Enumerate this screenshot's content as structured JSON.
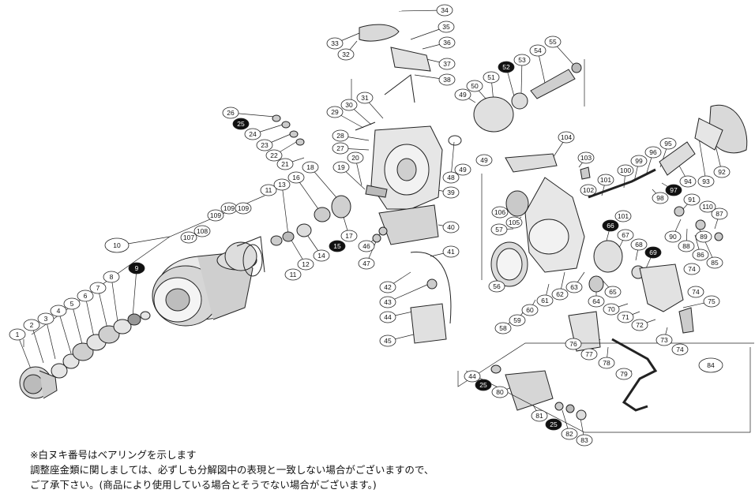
{
  "callouts": [
    "1",
    "2",
    "3",
    "4",
    "5",
    "6",
    "7",
    "8",
    "9",
    "10",
    "11",
    "12",
    "13",
    "14",
    "15",
    "16",
    "17",
    "18",
    "19",
    "20",
    "21",
    "22",
    "23",
    "24",
    "25",
    "26",
    "27",
    "28",
    "29",
    "30",
    "31",
    "32",
    "33",
    "34",
    "35",
    "36",
    "37",
    "38",
    "39",
    "40",
    "41",
    "42",
    "43",
    "44",
    "45",
    "46",
    "47",
    "48",
    "49",
    "50",
    "51",
    "52",
    "53",
    "54",
    "55",
    "56",
    "57",
    "58",
    "59",
    "60",
    "61",
    "62",
    "63",
    "64",
    "65",
    "66",
    "67",
    "68",
    "69",
    "70",
    "71",
    "72",
    "73",
    "74",
    "75",
    "76",
    "77",
    "78",
    "79",
    "80",
    "81",
    "82",
    "83",
    "84",
    "85",
    "86",
    "87",
    "88",
    "89",
    "90",
    "91",
    "92",
    "93",
    "94",
    "95",
    "96",
    "97",
    "98",
    "99",
    "100",
    "101",
    "102",
    "103",
    "104",
    "105",
    "106",
    "107",
    "108",
    "109",
    "110"
  ],
  "bearing_labels": [
    "9",
    "15",
    "25",
    "52",
    "66",
    "69",
    "97"
  ],
  "group_labels": [
    "10",
    "84"
  ],
  "notes": {
    "line1": "※白ヌキ番号はベアリングを示します",
    "line2": "調整座金類に関しましては、必ずしも分解図中の表現と一致しない場合がございますので、",
    "line3": "ご了承下さい。(商品により使用している場合とそうでない場合がございます。)"
  }
}
